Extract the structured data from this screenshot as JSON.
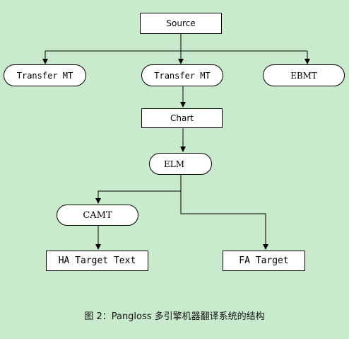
{
  "nodes": {
    "source": "Source",
    "transfer_mt_left": "Transfer MT",
    "transfer_mt_center": "Transfer MT",
    "ebmt": "EBMT",
    "chart": "Chart",
    "elm": "ELM",
    "camt": "CAMT",
    "ha_target_text": "HA Target Text",
    "fa_target": "FA Target"
  },
  "caption": "图 2：Pangloss 多引擎机器翻译系统的结构",
  "colors": {
    "background": "#c9eacc",
    "node_fill": "#ffffff",
    "line": "#000000"
  }
}
